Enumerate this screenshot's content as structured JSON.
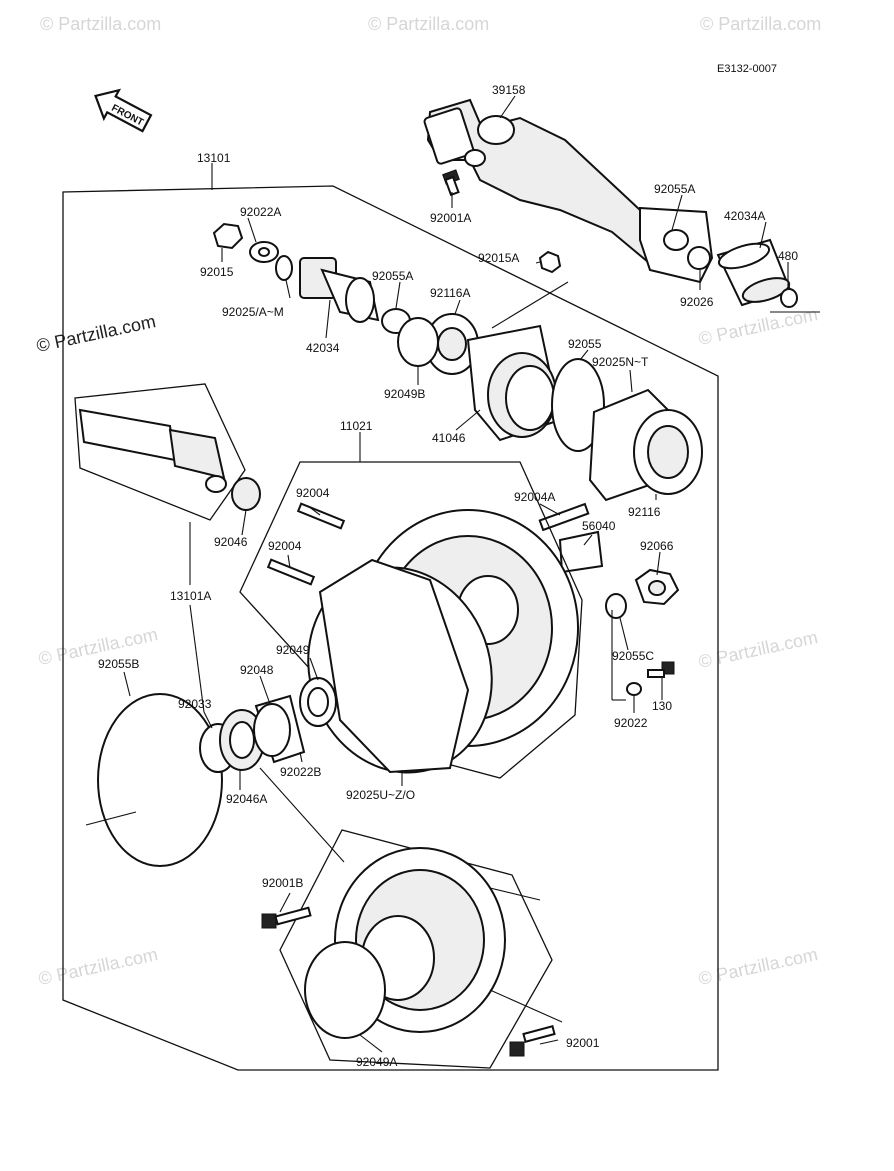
{
  "diagram_code": "E3132-0007",
  "front_arrow_label": "FRONT",
  "watermarks": {
    "main": "© Partzilla.com",
    "faint": "© Partzilla.com"
  },
  "part_labels": {
    "p13101": "13101",
    "p39158": "39158",
    "p92055A_top": "92055A",
    "p42034A": "42034A",
    "p480": "480",
    "p92001A": "92001A",
    "p92022A": "92022A",
    "p92015": "92015",
    "p92015A": "92015A",
    "p92055A_mid": "92055A",
    "p92116A": "92116A",
    "p92026": "92026",
    "p92025AM": "92025/A~M",
    "p42034": "42034",
    "p92055": "92055",
    "p92025NT": "92025N~T",
    "p92049B": "92049B",
    "p41046": "41046",
    "p11021": "11021",
    "p92116": "92116",
    "p92004_a": "92004",
    "p92004A": "92004A",
    "p56040": "56040",
    "p92046": "92046",
    "p92004_b": "92004",
    "p92066": "92066",
    "p13101A": "13101A",
    "p92055C": "92055C",
    "p92049": "92049",
    "p92055B": "92055B",
    "p92048": "92048",
    "p130": "130",
    "p92033": "92033",
    "p92022": "92022",
    "p92022B": "92022B",
    "p92046A": "92046A",
    "p92025UZO": "92025U~Z/O",
    "p92001B": "92001B",
    "p92001": "92001",
    "p92049A": "92049A"
  }
}
